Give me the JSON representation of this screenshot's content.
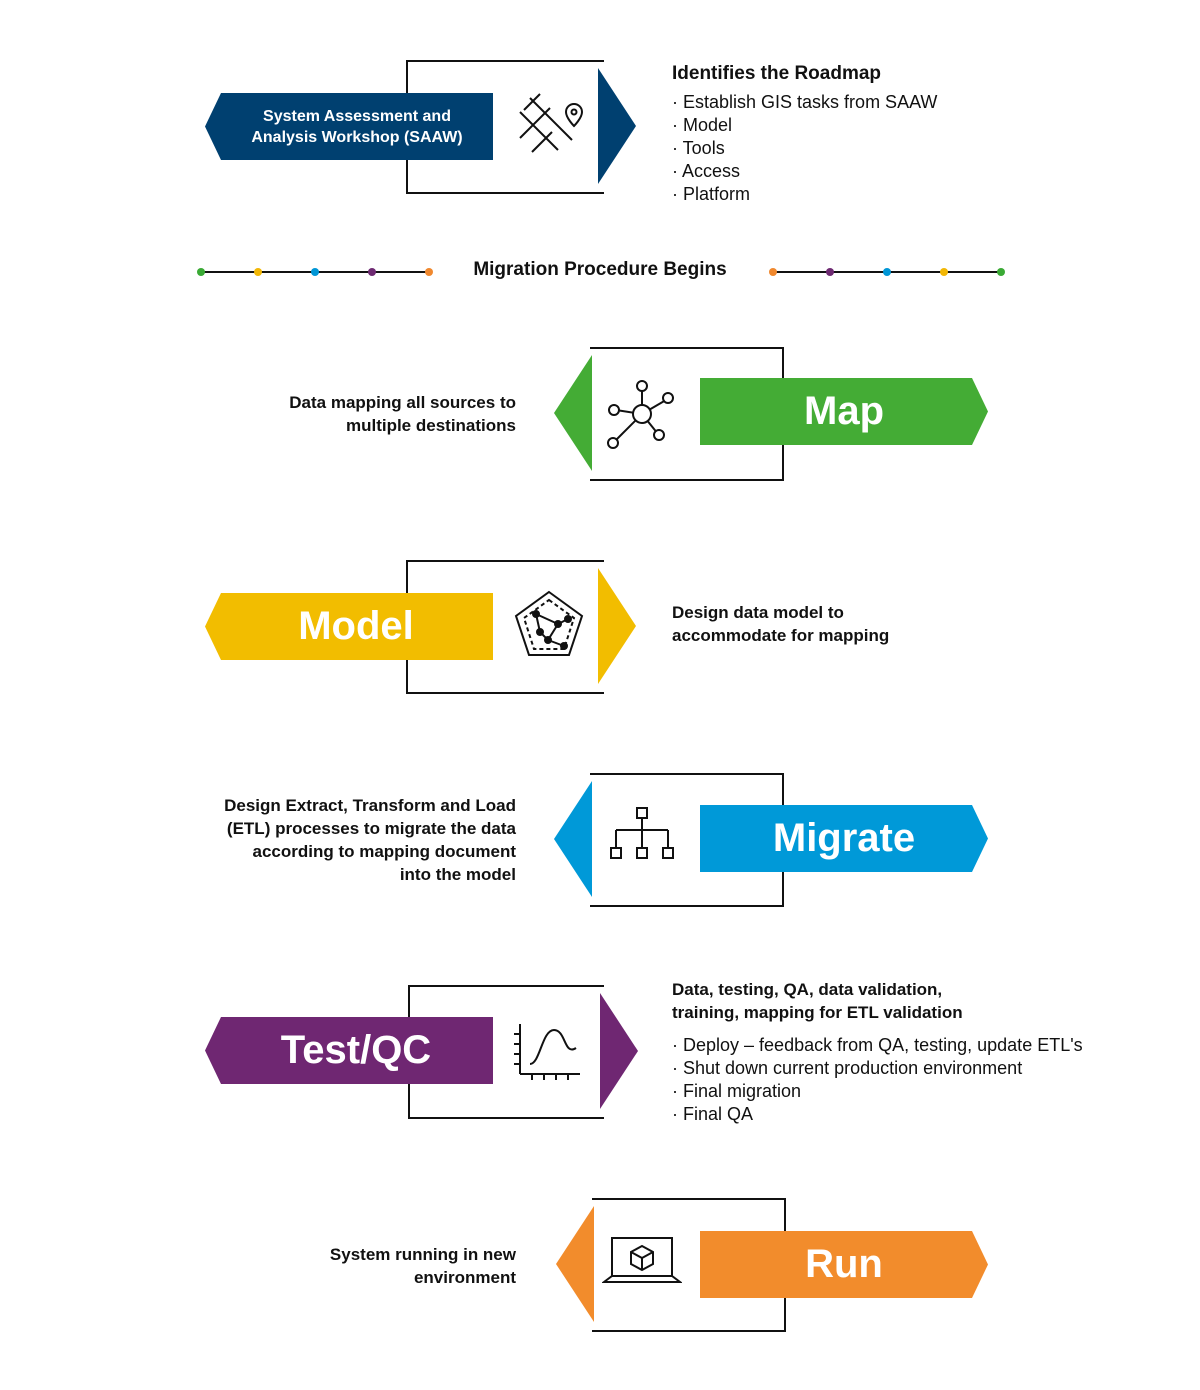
{
  "saaw": {
    "label": "System Assessment and Analysis Workshop (SAAW)",
    "icon": "map-pin-icon",
    "heading": "Identifies the Roadmap",
    "bullets": [
      "Establish GIS tasks from SAAW",
      "Model",
      "Tools",
      "Access",
      "Platform"
    ]
  },
  "divider": {
    "text": "Migration Procedure Begins",
    "dot_colors_left": [
      "#3aaa35",
      "#f2b705",
      "#0096d6",
      "#6e2a72",
      "#f0882e"
    ],
    "dot_colors_right": [
      "#f0882e",
      "#6e2a72",
      "#0096d6",
      "#f2b705",
      "#3aaa35"
    ]
  },
  "steps": {
    "map": {
      "label": "Map",
      "color": "#44ac35",
      "icon": "network-icon",
      "description": "Data mapping all sources to multiple destinations"
    },
    "model": {
      "label": "Model",
      "color": "#f2bd00",
      "icon": "pentagon-model-icon",
      "description": "Design data model to accommodate for mapping"
    },
    "migrate": {
      "label": "Migrate",
      "color": "#0099d8",
      "icon": "hierarchy-icon",
      "description": "Design Extract, Transform and Load (ETL) processes to migrate the data according to mapping document into the model"
    },
    "test": {
      "label": "Test/QC",
      "color": "#6f2772",
      "icon": "chart-curve-icon",
      "heading": "Data, testing, QA, data validation, training, mapping for ETL validation",
      "bullets": [
        "Deploy – feedback from QA, testing, update ETL's",
        "Shut down current production environment",
        "Final migration",
        "Final QA"
      ]
    },
    "run": {
      "label": "Run",
      "color": "#f28c2c",
      "icon": "laptop-cube-icon",
      "description": "System running in new environment"
    }
  },
  "colors": {
    "saaw_blue": "#004070"
  }
}
